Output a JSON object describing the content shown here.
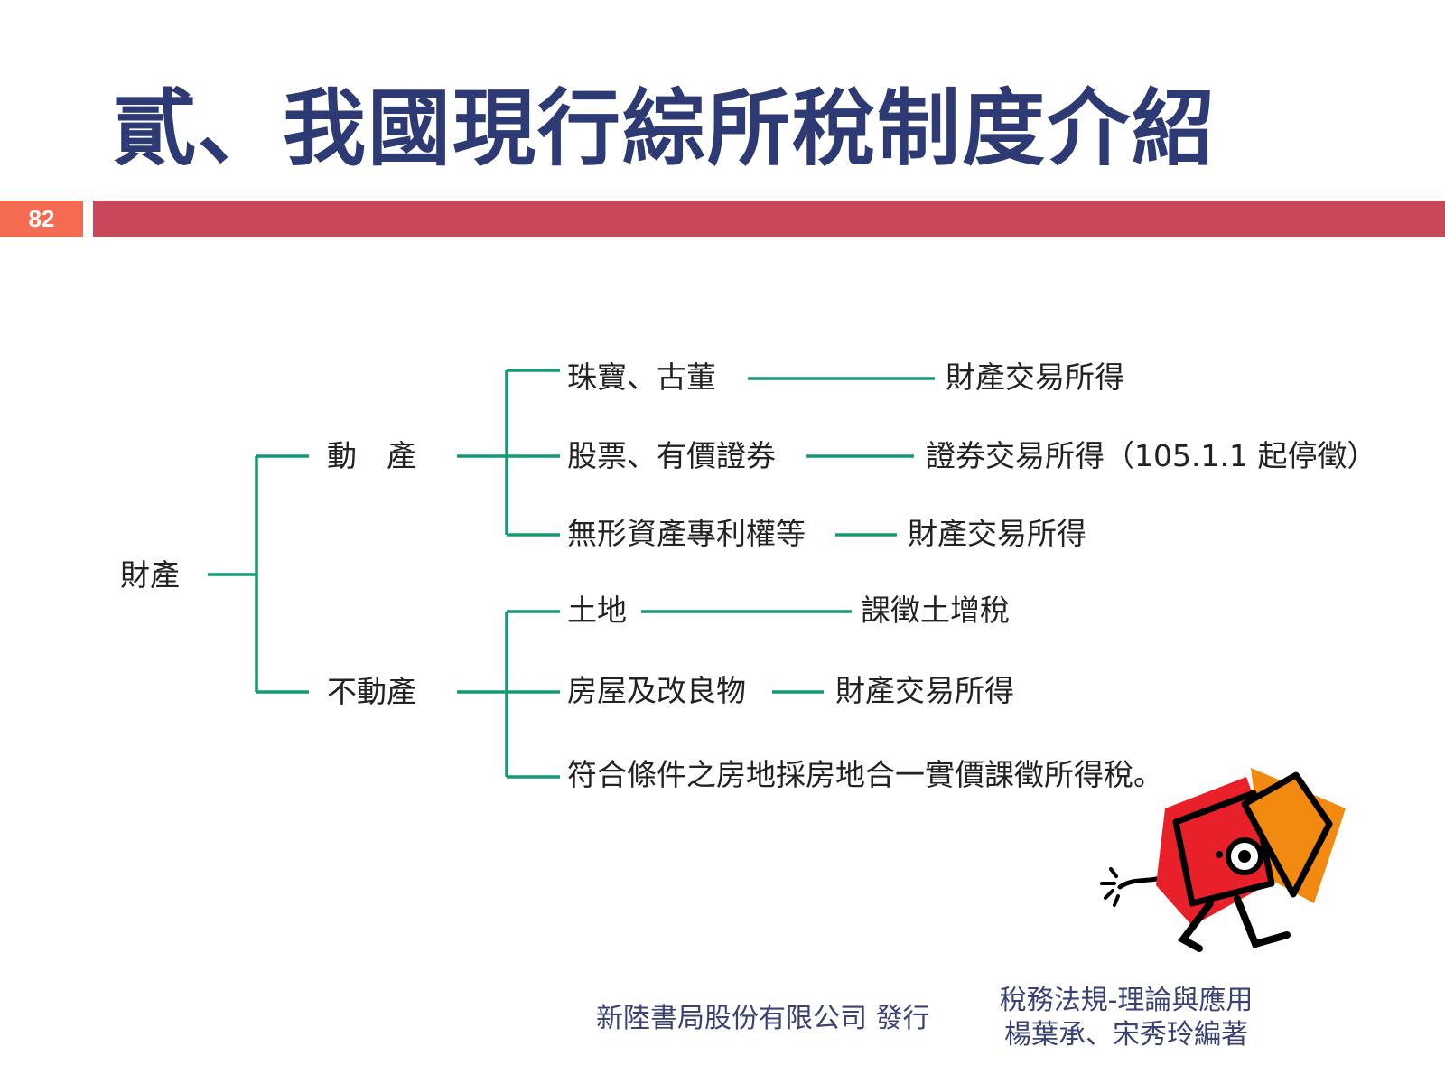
{
  "header": {
    "title": "貳、我國現行綜所稅制度介紹",
    "page_number": "82"
  },
  "tree": {
    "root": "財產",
    "movable": {
      "label": "動　產",
      "items": [
        {
          "asset": "珠寶、古董",
          "result": "財產交易所得"
        },
        {
          "asset": "股票、有價證券",
          "result": "證券交易所得（105.1.1 起停徵）"
        },
        {
          "asset": "無形資產專利權等",
          "result": "財產交易所得"
        }
      ]
    },
    "immovable": {
      "label": "不動產",
      "items": [
        {
          "asset": "土地",
          "result": "課徵土增稅"
        },
        {
          "asset": "房屋及改良物",
          "result": "財產交易所得"
        },
        {
          "asset": "符合條件之房地採房地合一實價課徵所得稅。",
          "result": ""
        }
      ]
    }
  },
  "footer": {
    "publisher": "新陸書局股份有限公司 發行",
    "book_title": "稅務法規-理論與應用",
    "authors": "楊葉承、宋秀玲編著"
  },
  "colors": {
    "title": "#2e3a73",
    "bar": "#c9475a",
    "badge": "#f46b52",
    "tree_line": "#149a73"
  }
}
